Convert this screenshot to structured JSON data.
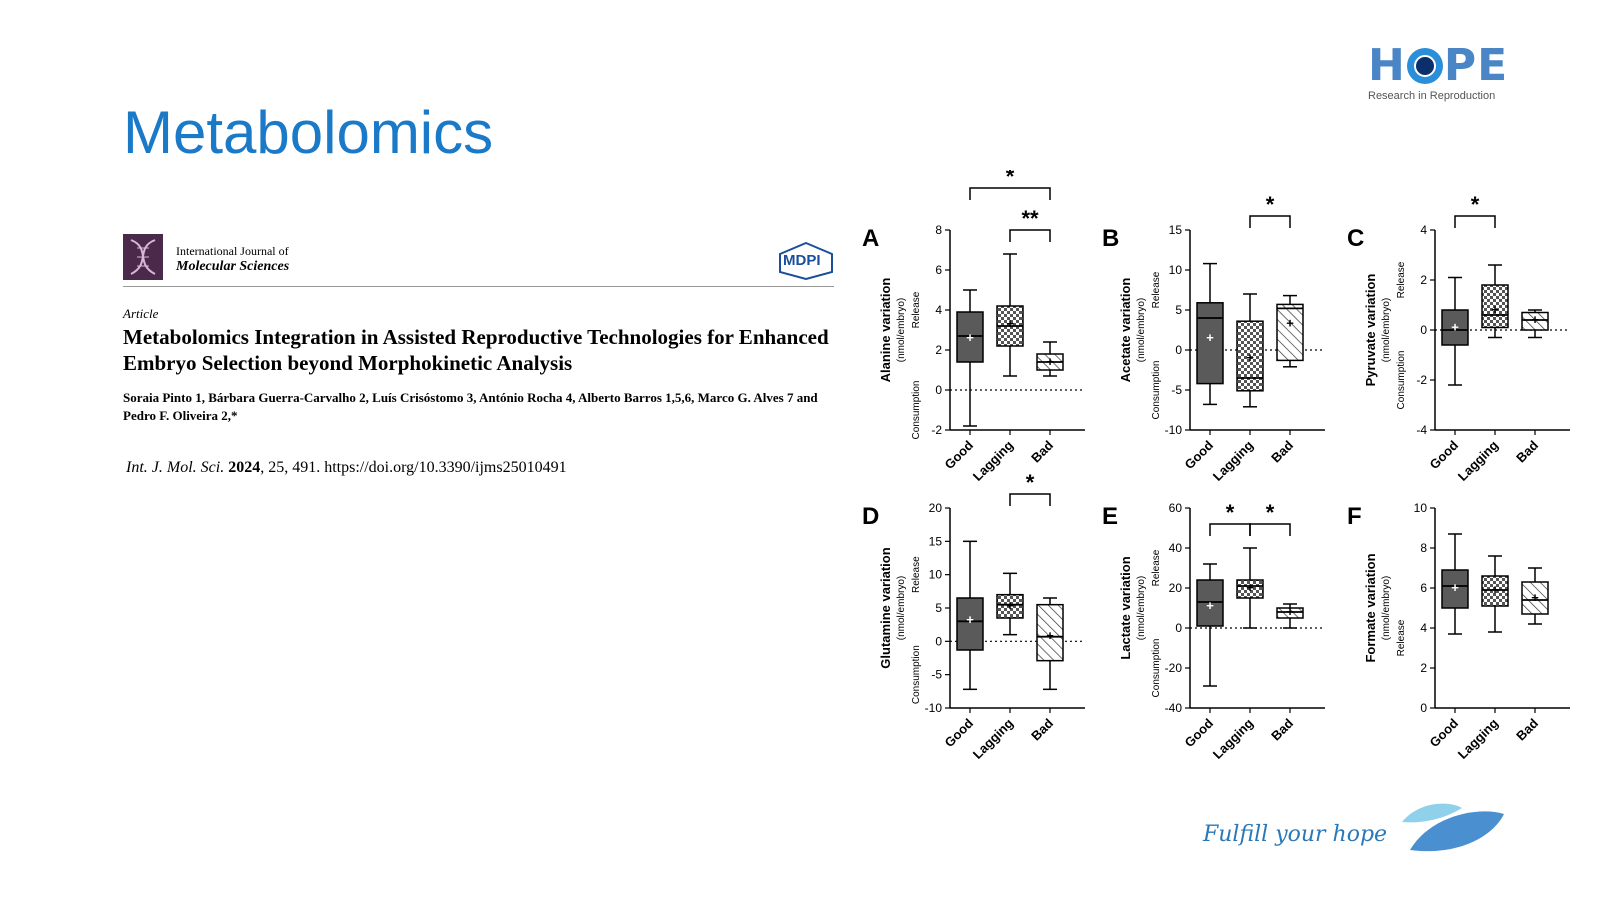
{
  "slide": {
    "title": "Metabolomics"
  },
  "logo": {
    "word_left": "H",
    "word_right": "PE",
    "tagline": "Research in Reproduction"
  },
  "paper": {
    "journal_line1": "International Journal of",
    "journal_line2": "Molecular Sciences",
    "publisher": "MDPI",
    "article_type": "Article",
    "title": "Metabolomics Integration in Assisted Reproductive Technologies for Enhanced Embryo Selection beyond Morphokinetic Analysis",
    "authors": "Soraia Pinto 1, Bárbara Guerra-Carvalho 2, Luís Crisóstomo 3, António Rocha 4, Alberto Barros 1,5,6, Marco G. Alves 7 and Pedro F. Oliveira 2,*",
    "citation_journal": "Int. J. Mol. Sci.",
    "citation_year": "2024",
    "citation_rest": ", 25, 491. https://doi.org/10.3390/ijms25010491"
  },
  "footer": {
    "tagline": "Fulfill your hope"
  },
  "colors": {
    "title_blue": "#1a7ac8",
    "box_dark": "#5a5a5a",
    "logo_blue": "#4a86c6",
    "leaf_light": "#8fd0ea",
    "leaf_dark": "#4a8fd0"
  },
  "chart_data": [
    {
      "type": "box",
      "panel": "A",
      "ylabel": "Alanine variation",
      "unit": "(nmol/embryo)",
      "side_labels": [
        "Release",
        "Consumption"
      ],
      "categories": [
        "Good",
        "Lagging",
        "Bad"
      ],
      "ylim": [
        -2,
        8
      ],
      "yticks": [
        -2,
        0,
        2,
        4,
        6,
        8
      ],
      "boxes": [
        {
          "min": -1.8,
          "q1": 1.4,
          "median": 2.7,
          "q3": 3.9,
          "max": 5.0,
          "mean": 2.6
        },
        {
          "min": 0.7,
          "q1": 2.2,
          "median": 3.2,
          "q3": 4.2,
          "max": 6.8,
          "mean": 3.3
        },
        {
          "min": 0.7,
          "q1": 1.0,
          "median": 1.4,
          "q3": 1.8,
          "max": 2.4,
          "mean": 1.4
        }
      ],
      "significance": [
        {
          "from": 0,
          "to": 2,
          "label": "*"
        },
        {
          "from": 1,
          "to": 2,
          "label": "**"
        }
      ]
    },
    {
      "type": "box",
      "panel": "B",
      "ylabel": "Acetate variation",
      "unit": "(nmol/embryo)",
      "side_labels": [
        "Release",
        "Consumption"
      ],
      "categories": [
        "Good",
        "Lagging",
        "Bad"
      ],
      "ylim": [
        -10,
        15
      ],
      "yticks": [
        -10,
        -5,
        0,
        5,
        10,
        15
      ],
      "boxes": [
        {
          "min": -6.8,
          "q1": -4.2,
          "median": 4.0,
          "q3": 5.9,
          "max": 10.8,
          "mean": 1.5
        },
        {
          "min": -7.1,
          "q1": -5.1,
          "median": -3.5,
          "q3": 3.6,
          "max": 7.0,
          "mean": -1.0
        },
        {
          "min": -2.1,
          "q1": -1.3,
          "median": 5.2,
          "q3": 5.7,
          "max": 6.8,
          "mean": 3.3
        }
      ],
      "significance": [
        {
          "from": 1,
          "to": 2,
          "label": "*"
        }
      ]
    },
    {
      "type": "box",
      "panel": "C",
      "ylabel": "Pyruvate variation",
      "unit": "(nmol/embryo)",
      "side_labels": [
        "Release",
        "Consumption"
      ],
      "categories": [
        "Good",
        "Lagging",
        "Bad"
      ],
      "ylim": [
        -4,
        4
      ],
      "yticks": [
        -4,
        -2,
        0,
        2,
        4
      ],
      "boxes": [
        {
          "min": -2.2,
          "q1": -0.6,
          "median": 0.0,
          "q3": 0.8,
          "max": 2.1,
          "mean": 0.1
        },
        {
          "min": -0.3,
          "q1": 0.1,
          "median": 0.6,
          "q3": 1.8,
          "max": 2.6,
          "mean": 0.8
        },
        {
          "min": -0.3,
          "q1": 0.0,
          "median": 0.4,
          "q3": 0.7,
          "max": 0.8,
          "mean": 0.4
        }
      ],
      "significance": [
        {
          "from": 0,
          "to": 1,
          "label": "*"
        }
      ]
    },
    {
      "type": "box",
      "panel": "D",
      "ylabel": "Glutamine variation",
      "unit": "(nmol/embryo)",
      "side_labels": [
        "Release",
        "Consumption"
      ],
      "categories": [
        "Good",
        "Lagging",
        "Bad"
      ],
      "ylim": [
        -10,
        20
      ],
      "yticks": [
        -10,
        -5,
        0,
        5,
        10,
        15,
        20
      ],
      "boxes": [
        {
          "min": -7.2,
          "q1": -1.3,
          "median": 3.0,
          "q3": 6.5,
          "max": 15.0,
          "mean": 3.2
        },
        {
          "min": 1.0,
          "q1": 3.5,
          "median": 5.5,
          "q3": 7.0,
          "max": 10.2,
          "mean": 5.3
        },
        {
          "min": -7.2,
          "q1": -2.9,
          "median": 0.7,
          "q3": 5.5,
          "max": 6.5,
          "mean": 0.8
        }
      ],
      "significance": [
        {
          "from": 1,
          "to": 2,
          "label": "*"
        }
      ]
    },
    {
      "type": "box",
      "panel": "E",
      "ylabel": "Lactate variation",
      "unit": "(nmol/embryo)",
      "side_labels": [
        "Release",
        "Consumption"
      ],
      "categories": [
        "Good",
        "Lagging",
        "Bad"
      ],
      "ylim": [
        -40,
        60
      ],
      "yticks": [
        -40,
        -20,
        0,
        20,
        40,
        60
      ],
      "boxes": [
        {
          "min": -29,
          "q1": 1,
          "median": 13,
          "q3": 24,
          "max": 32,
          "mean": 11
        },
        {
          "min": 0,
          "q1": 15,
          "median": 21,
          "q3": 24,
          "max": 40,
          "mean": 20
        },
        {
          "min": 0,
          "q1": 5,
          "median": 8,
          "q3": 10,
          "max": 12,
          "mean": 8
        }
      ],
      "significance": [
        {
          "from": 0,
          "to": 1,
          "label": "*"
        },
        {
          "from": 1,
          "to": 2,
          "label": "*"
        }
      ]
    },
    {
      "type": "box",
      "panel": "F",
      "ylabel": "Formate variation",
      "unit": "(nmol/embryo)",
      "side_labels": [
        "Release"
      ],
      "categories": [
        "Good",
        "Lagging",
        "Bad"
      ],
      "ylim": [
        0,
        10
      ],
      "yticks": [
        0,
        2,
        4,
        6,
        8,
        10
      ],
      "boxes": [
        {
          "min": 3.7,
          "q1": 5.0,
          "median": 6.1,
          "q3": 6.9,
          "max": 8.7,
          "mean": 6.0
        },
        {
          "min": 3.8,
          "q1": 5.1,
          "median": 5.9,
          "q3": 6.6,
          "max": 7.6,
          "mean": 5.9
        },
        {
          "min": 4.2,
          "q1": 4.7,
          "median": 5.4,
          "q3": 6.3,
          "max": 7.0,
          "mean": 5.5
        }
      ],
      "significance": []
    }
  ]
}
